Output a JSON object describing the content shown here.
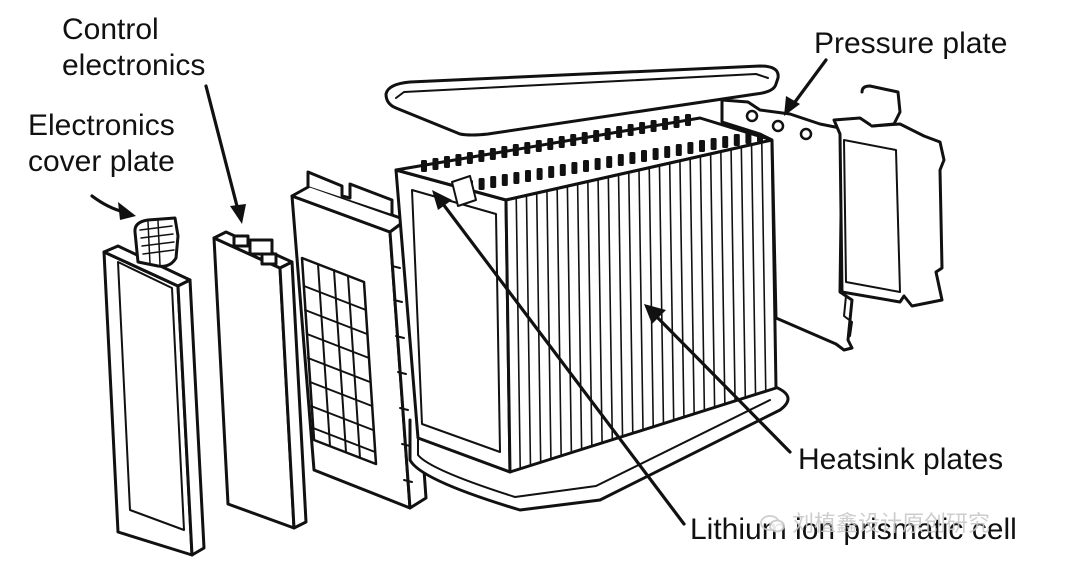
{
  "labels": {
    "control_electronics": [
      "Control",
      "electronics"
    ],
    "cover_plate": [
      "Electronics",
      "cover plate"
    ],
    "pressure_plate": "Pressure plate",
    "heatsink_plates": "Heatsink plates",
    "cell": "Lithium ion prismatic cell"
  },
  "watermark": "刘植鑫设计原创研究",
  "colors": {
    "ink": "#111111",
    "watermark": "#c8c8c8"
  },
  "icons": [
    "wechat-icon"
  ]
}
